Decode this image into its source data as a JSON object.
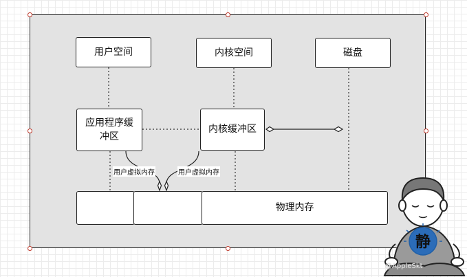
{
  "diagram": {
    "user_space": "用户空间",
    "kernel_space": "内核空间",
    "disk": "磁盘",
    "app_buffer": "应用程序缓冲区",
    "kernel_buffer": "内核缓冲区",
    "physical_memory": "物理内存",
    "virtual_label_left": "用户虚拟内存",
    "virtual_label_right": "用户虚拟内存"
  },
  "mascot": {
    "badge": "静",
    "watermark": "@AppleSkt"
  }
}
